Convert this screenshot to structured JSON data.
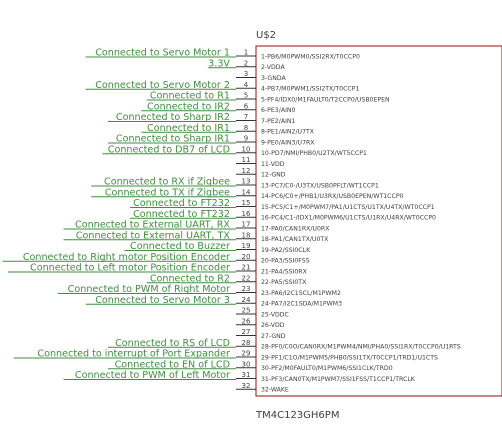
{
  "chip": {
    "ref": "U$2",
    "value": "TM4C123GH6PM"
  },
  "pins": [
    {
      "num": "1",
      "name": "1-PB6/M0PWM0/SSI2RX/T0CCP0",
      "net": "Connected to Servo Motor 1"
    },
    {
      "num": "2",
      "name": "2-VDDA",
      "net": "3.3V"
    },
    {
      "num": "3",
      "name": "3-GNDA",
      "net": ""
    },
    {
      "num": "4",
      "name": "4-PB7/M0PWM1/SSI2TX/T0CCP1",
      "net": "Connected to Servo Motor 2"
    },
    {
      "num": "5",
      "name": "5-PF4/IDX0/M1FAULT0/T2CCP0/USB0EPEN",
      "net": "Connected to R1"
    },
    {
      "num": "6",
      "name": "6-PE3/AIN0",
      "net": "Connected to IR2"
    },
    {
      "num": "7",
      "name": "7-PE2/AIN1",
      "net": "Connected to Sharp IR2"
    },
    {
      "num": "8",
      "name": "8-PE1/AIN2/U7TX",
      "net": "Connected to IR1"
    },
    {
      "num": "9",
      "name": "9-PE0/AIN3/U7RX",
      "net": "Connected to Sharp IR1"
    },
    {
      "num": "10",
      "name": "10-PD7/NMI/PHB0/U2TX/WT5CCP1",
      "net": "Connected to DB7 of LCD"
    },
    {
      "num": "11",
      "name": "11-VDD",
      "net": ""
    },
    {
      "num": "12",
      "name": "12-GND",
      "net": ""
    },
    {
      "num": "13",
      "name": "13-PC7/C0-/U3TX/USB0PFLT/WT1CCP1",
      "net": "Connected to RX if Zigbee"
    },
    {
      "num": "14",
      "name": "14-PC6/C0+/PHB1/U3RX/USB0EPEN/WT1CCP0",
      "net": "Connected to TX if Zigbee"
    },
    {
      "num": "15",
      "name": "15-PC5/C1+/M0PWM7/PA1/U1CTS/U1TX/U4TX/WT0CCP1",
      "net": "Connected to FT232"
    },
    {
      "num": "16",
      "name": "16-PC4/C1-/IDX1/M0PWM6/U1CTS/U1RX/U4RX/WT0CCP0",
      "net": "Connected to FT232"
    },
    {
      "num": "17",
      "name": "17-PA0/CAN1RX/U0RX",
      "net": "Connected to External UART, RX"
    },
    {
      "num": "18",
      "name": "18-PA1/CAN1TX/U0TX",
      "net": "Connected to External UART, TX"
    },
    {
      "num": "19",
      "name": "19-PA2/SSI0CLK",
      "net": "Connected to Buzzer"
    },
    {
      "num": "20",
      "name": "20-PA3/SSI0FSS",
      "net": "Connected to Right motor Position Encoder"
    },
    {
      "num": "21",
      "name": "21-PA4/SSI0RX",
      "net": "Connected to Left motor Position Encoder"
    },
    {
      "num": "22",
      "name": "22-PA5/SSI0TX",
      "net": "Connected to R2"
    },
    {
      "num": "23",
      "name": "23-PA6/I2C1SCL/M1PWM2",
      "net": "Connected to PWM of Right Motor"
    },
    {
      "num": "24",
      "name": "24-PA7/I2C1SDA/M1PWM3",
      "net": "Connected to Servo Motor 3"
    },
    {
      "num": "25",
      "name": "25-VDDC",
      "net": ""
    },
    {
      "num": "26",
      "name": "26-VDD",
      "net": ""
    },
    {
      "num": "27",
      "name": "27-GND",
      "net": ""
    },
    {
      "num": "28",
      "name": "28-PF0/C0O/CAN0RX/M1PWM4/NMI/PHA0/SSI1RX/T0CCP0/U1RTS",
      "net": "Connected to RS of LCD"
    },
    {
      "num": "29",
      "name": "29-PF1/C1O/M1PWM5/PHB0/SSI1TX/T0CCP1/TRD1/U1CTS",
      "net": "Connected to interrupt of Port Expander"
    },
    {
      "num": "30",
      "name": "30-PF2/M0FAULT0/M1PWM6/SSI1CLK/TRD0",
      "net": "Connected to EN of LCD"
    },
    {
      "num": "31",
      "name": "31-PF3/CAN0TX/M1PWM7/SSI1FSS/T1CCP1/TRCLK",
      "net": "Connected to PWM of Left Motor"
    },
    {
      "num": "32",
      "name": "32-WAKE",
      "net": ""
    }
  ]
}
